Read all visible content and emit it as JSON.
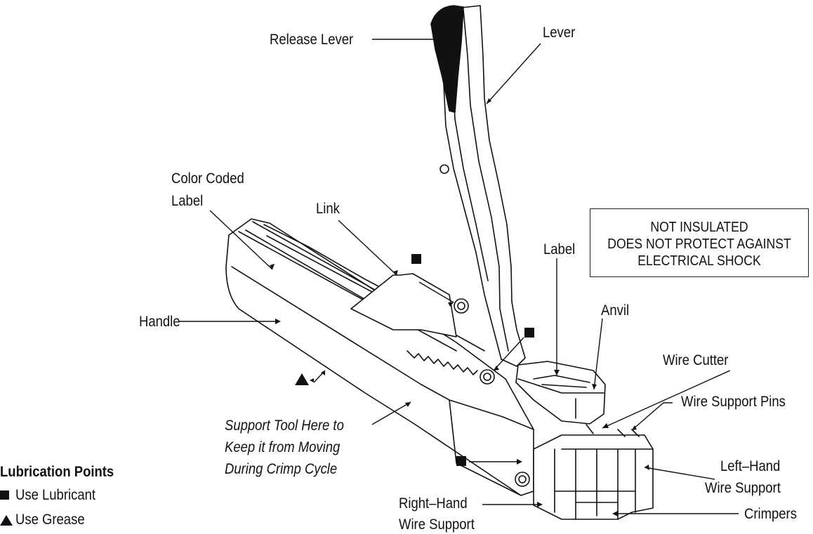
{
  "callouts": {
    "release_lever": "Release Lever",
    "lever": "Lever",
    "color_coded_label_1": "Color Coded",
    "color_coded_label_2": "Label",
    "link": "Link",
    "label": "Label",
    "handle": "Handle",
    "anvil": "Anvil",
    "wire_cutter": "Wire Cutter",
    "wire_support_pins": "Wire Support Pins",
    "left_hand_wire_support_1": "Left–Hand",
    "left_hand_wire_support_2": "Wire Support",
    "right_hand_wire_support_1": "Right–Hand",
    "right_hand_wire_support_2": "Wire Support",
    "crimpers": "Crimpers",
    "support_note_1": "Support Tool Here to",
    "support_note_2": "Keep it from Moving",
    "support_note_3": "During Crimp Cycle"
  },
  "warning": {
    "line1": "NOT INSULATED",
    "line2": "DOES NOT PROTECT AGAINST",
    "line3": "ELECTRICAL SHOCK"
  },
  "legend": {
    "title": "Lubrication Points",
    "lubricant": "Use Lubricant",
    "grease": "Use Grease"
  },
  "colors": {
    "ink": "#111111",
    "paper": "#ffffff"
  },
  "icons": {
    "lubricant": "filled-square-icon",
    "grease": "filled-triangle-icon"
  }
}
